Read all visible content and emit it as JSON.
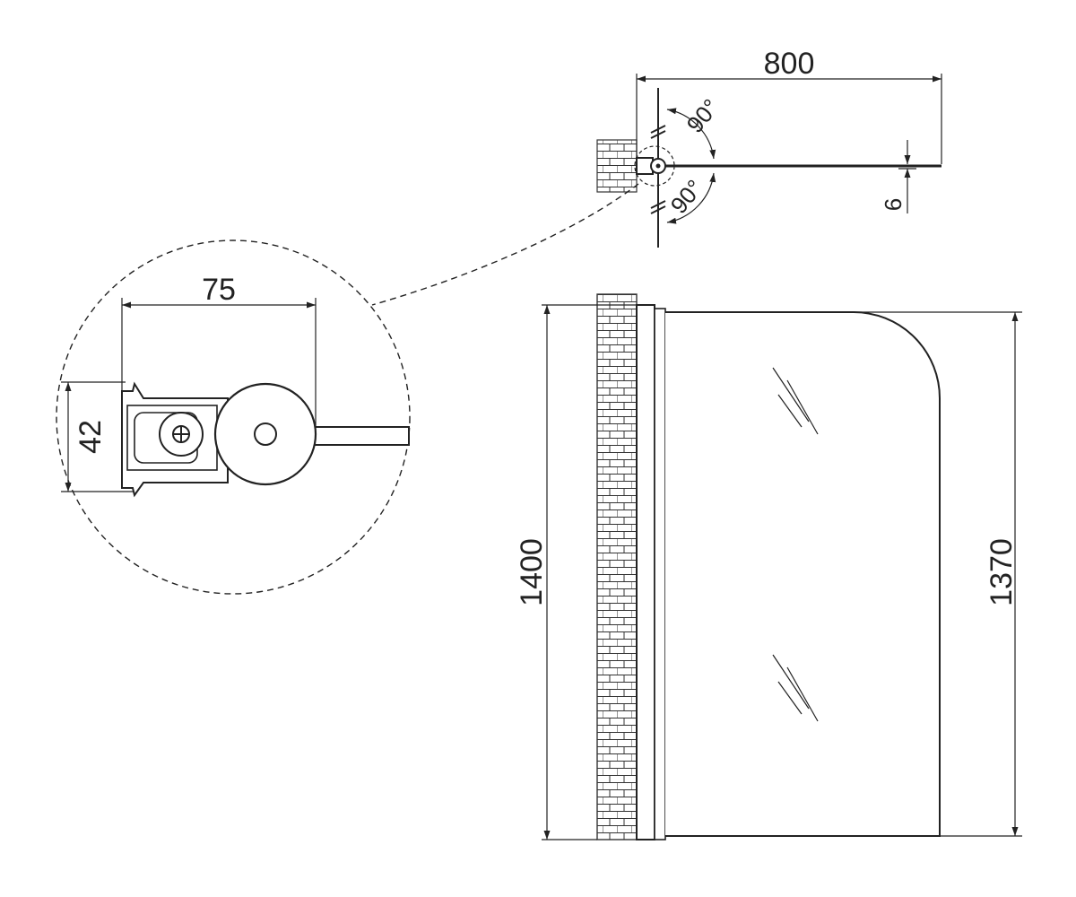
{
  "dimensions": {
    "width_top": "800",
    "angle_upper": "90°",
    "angle_lower": "90°",
    "glass_thickness": "6",
    "detail_width": "75",
    "detail_height": "42",
    "height_total": "1400",
    "height_glass": "1370"
  },
  "colors": {
    "line": "#222222",
    "background": "#ffffff"
  }
}
